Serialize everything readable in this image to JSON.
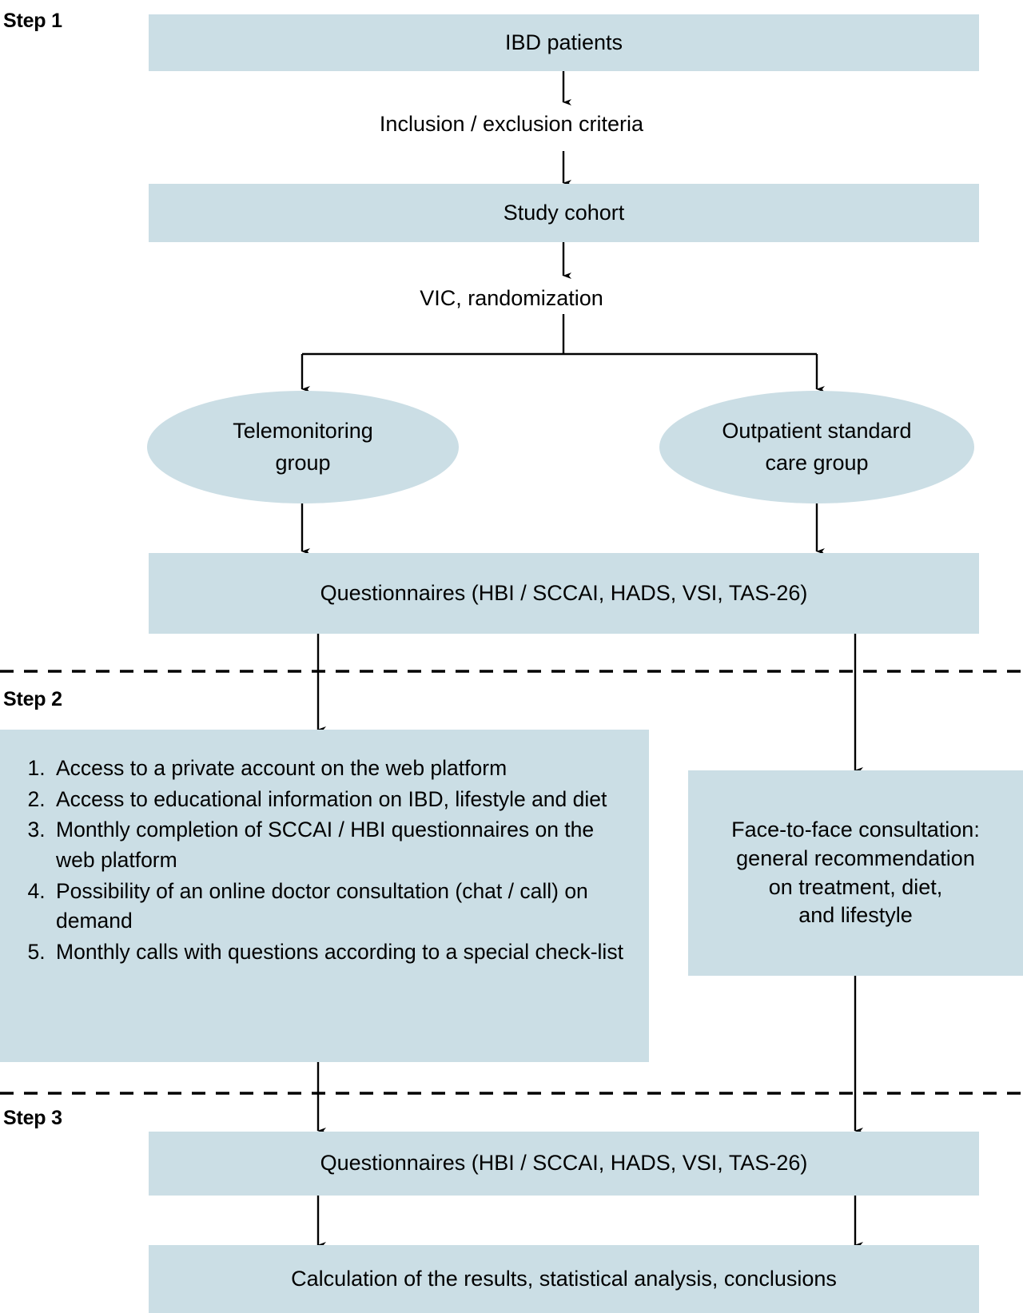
{
  "diagram": {
    "title": "IBD telemonitoring study flow diagram",
    "accent_box_color": "#cbdee5",
    "line_color": "#000000",
    "background_color": "#ffffff"
  },
  "steps": {
    "step1_label": "Step 1",
    "step2_label": "Step 2",
    "step3_label": "Step 3"
  },
  "nodes": {
    "ibd_patients": "IBD patients",
    "inclusion_criteria": "Inclusion / exclusion criteria",
    "study_cohort": "Study cohort",
    "randomization": "VIC, randomization",
    "telemonitoring_group_line1": "Telemonitoring",
    "telemonitoring_group_line2": "group",
    "standard_care_group_line1": "Outpatient standard",
    "standard_care_group_line2": "care group",
    "questionnaires_step1": "Questionnaires  (HBI / SCCAI, HADS, VSI, TAS-26)",
    "face_to_face_line1": "Face-to-face consultation:",
    "face_to_face_line2": "general recommendation",
    "face_to_face_line3": "on treatment, diet,",
    "face_to_face_line4": "and lifestyle",
    "questionnaires_step3": "Questionnaires (HBI / SCCAI, HADS, VSI, TAS-26)",
    "calculation": "Calculation of the results, statistical analysis, conclusions"
  },
  "telemonitoring_activities": [
    "Access to a private account on the web platform",
    "Access to educational information on IBD, lifestyle and diet",
    "Monthly completion of SCCAI / HBI questionnaires on the web platform",
    "Possibility of an online doctor consultation (chat / call) on demand",
    "Monthly calls with questions according to a special check-list"
  ]
}
